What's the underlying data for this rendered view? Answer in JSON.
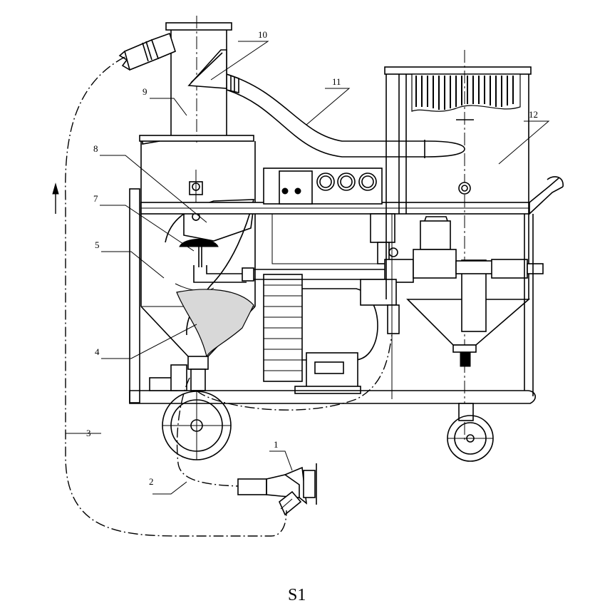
{
  "figure": {
    "caption": "S1",
    "part_labels": [
      "1",
      "2",
      "3",
      "4",
      "5",
      "7",
      "8",
      "9",
      "10",
      "11",
      "12"
    ]
  }
}
